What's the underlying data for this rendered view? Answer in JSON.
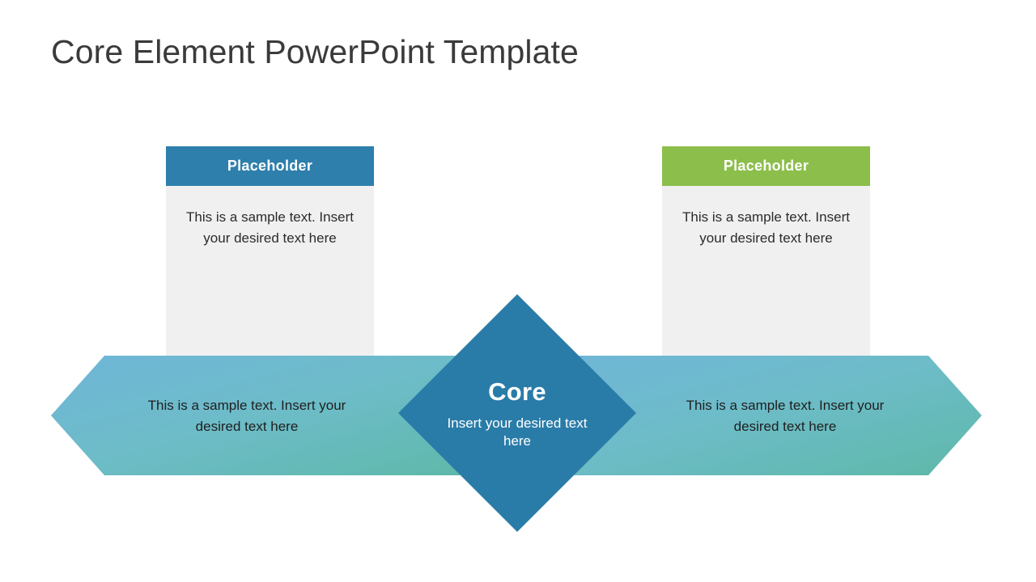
{
  "slide": {
    "title": "Core Element PowerPoint Template",
    "background_color": "#FFFFFF"
  },
  "cards": [
    {
      "header_label": "Placeholder",
      "header_color": "#2E7FAC",
      "body_color": "#F0F0F0",
      "body_text": "This is a sample text. Insert your desired text here"
    },
    {
      "header_label": "Placeholder",
      "header_color": "#8CBE4B",
      "body_color": "#F0F0F0",
      "body_text": "This is a sample text. Insert your desired text here"
    }
  ],
  "banner": {
    "gradient_start": "#6FB6D8",
    "gradient_end": "#5EB8A8",
    "left_text": "This is a sample text. Insert your desired text here",
    "right_text": "This is a sample text. Insert your desired text here"
  },
  "core": {
    "title": "Core",
    "subtitle": "Insert your desired text here",
    "fill_color": "#2A7CA8",
    "text_color": "#FFFFFF"
  }
}
